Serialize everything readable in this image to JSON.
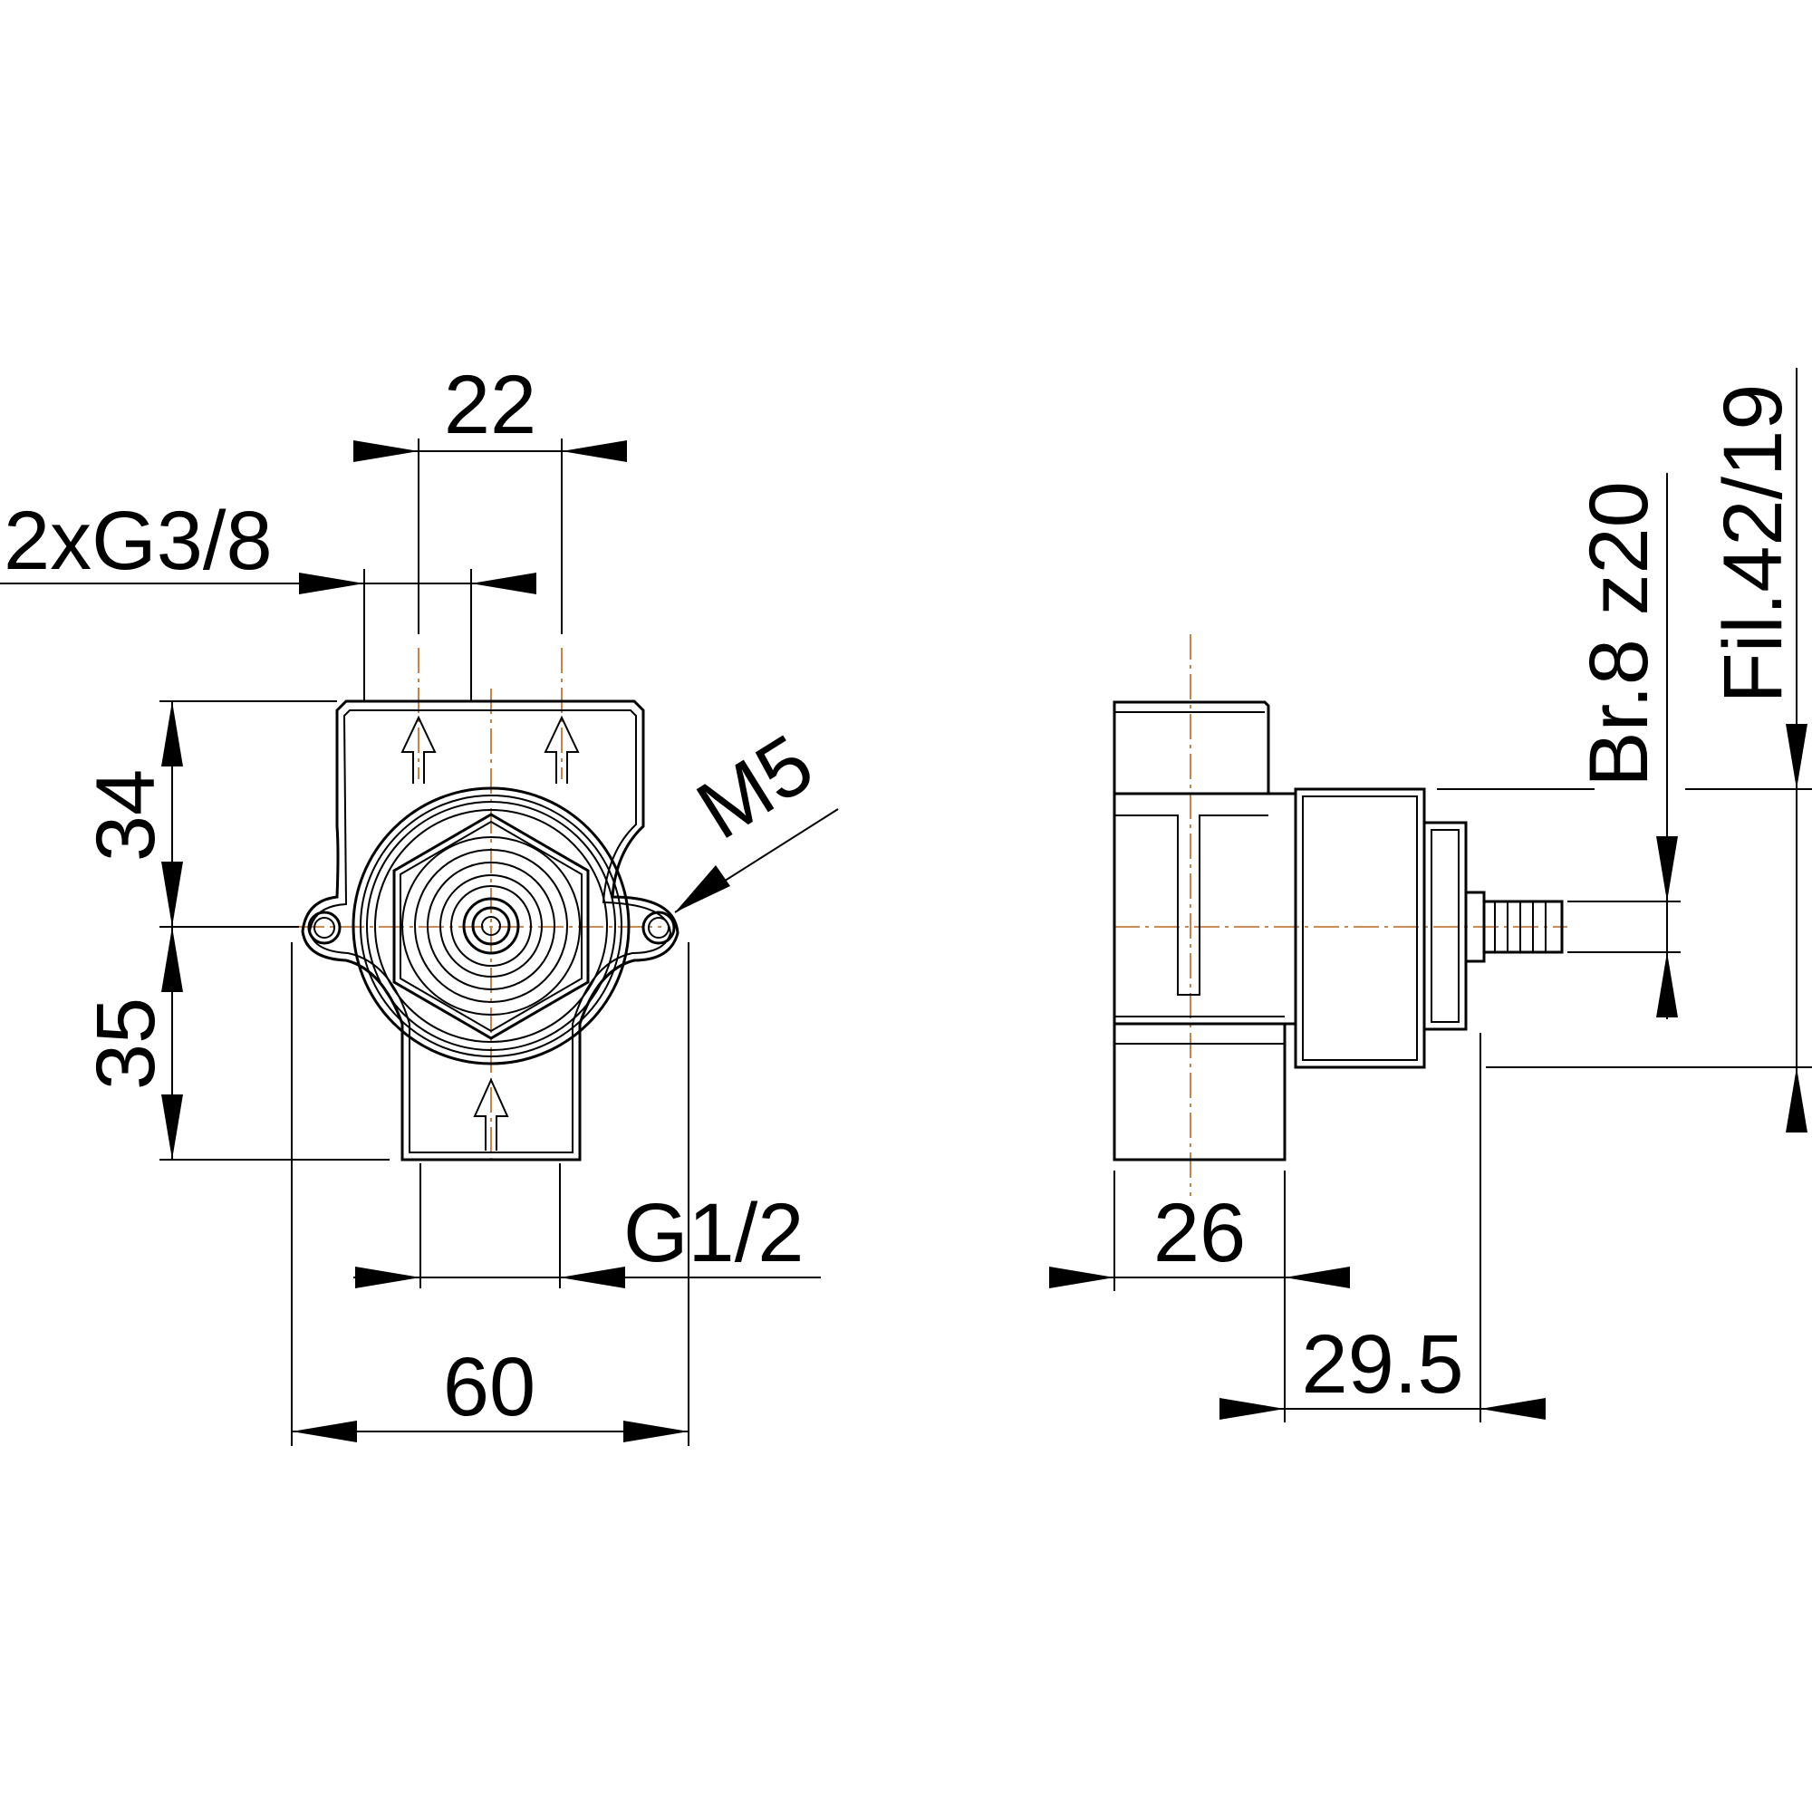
{
  "front_view": {
    "dim_top_spacing": "22",
    "dim_inlet_thread": "2xG3/8",
    "dim_upper_height": "34",
    "dim_lower_height": "35",
    "dim_mount_hole": "M5",
    "dim_outlet_thread": "G1/2",
    "dim_total_width": "60"
  },
  "side_view": {
    "dim_body_depth": "26",
    "dim_cartridge_depth": "29.5",
    "dim_spline": "Br.8 z20",
    "dim_thread": "Fil.42/19"
  },
  "colors": {
    "line": "#000000",
    "centerline": "#b5651d",
    "background": "#ffffff"
  }
}
